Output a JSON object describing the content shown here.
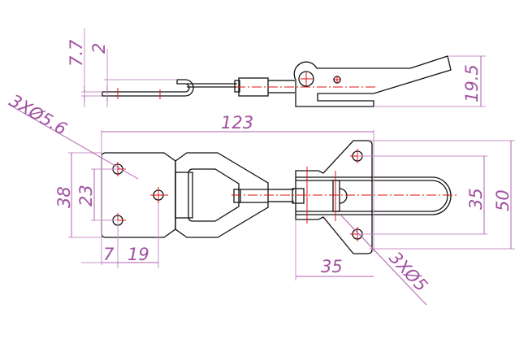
{
  "dimensions": {
    "top_thickness": "7.7",
    "top_strip": "2",
    "lever_height": "19.5",
    "overall_length": "123",
    "left_holes_note": "3XØ5.6",
    "base_height": "38",
    "hole_spacing_left": "23",
    "hole_offset": "7",
    "hole_pitch": "19",
    "hole_spacing_right": "35",
    "bracket_height": "50",
    "bracket_width": "35",
    "right_holes_note": "3XØ5"
  },
  "colors": {
    "outline": "#111111",
    "centerline": "#e01010",
    "dimension": "#b060b0"
  }
}
